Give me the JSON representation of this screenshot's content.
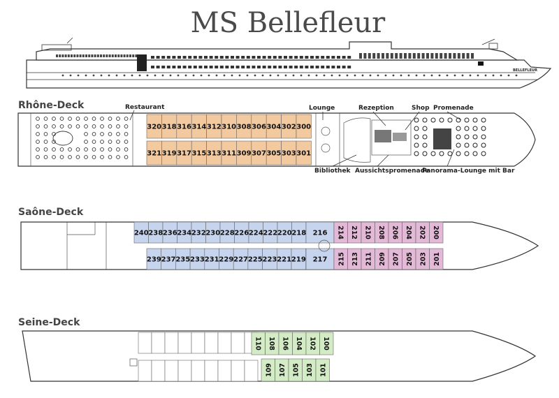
{
  "title": "MS Bellefleur",
  "ship_side_name": "BELLEFLEUR",
  "colors": {
    "rhone_cabins": "#f3c9a0",
    "saone_cabins_aft": "#c6d4ee",
    "saone_cabins_fwd": "#e4b9d7",
    "seine_cabins": "#d4ecc6",
    "outline": "#333333"
  },
  "decks": {
    "rhone": {
      "label": "Rhône-Deck",
      "areas": {
        "restaurant": "Restaurant",
        "lounge": "Lounge",
        "rezeption": "Rezeption",
        "shop": "Shop",
        "promenade": "Promenade",
        "bibliothek": "Bibliothek",
        "aussichtspromenade": "Aussichtspromenade",
        "panorama_lounge": "Panorama-Lounge mit Bar"
      },
      "cabins_top": [
        "320",
        "318",
        "316",
        "314",
        "312",
        "310",
        "308",
        "306",
        "304",
        "302",
        "300"
      ],
      "cabins_bottom": [
        "321",
        "319",
        "317",
        "315",
        "313",
        "311",
        "309",
        "307",
        "305",
        "303",
        "301"
      ]
    },
    "saone": {
      "label": "Saône-Deck",
      "cabins_top_aft": [
        "240",
        "238",
        "236",
        "234",
        "232",
        "230",
        "228",
        "226",
        "224",
        "222",
        "220",
        "218"
      ],
      "cabin_216": "216",
      "cabin_217": "217",
      "cabins_bottom_aft": [
        "239",
        "237",
        "235",
        "233",
        "231",
        "229",
        "227",
        "225",
        "223",
        "221",
        "219"
      ],
      "cabins_top_fwd": [
        "214",
        "212",
        "210",
        "208",
        "206",
        "204",
        "202",
        "200"
      ],
      "cabins_bottom_fwd": [
        "215",
        "213",
        "211",
        "209",
        "207",
        "205",
        "203",
        "201"
      ]
    },
    "seine": {
      "label": "Seine-Deck",
      "cabins_top": [
        "110",
        "108",
        "106",
        "104",
        "102",
        "100"
      ],
      "cabins_bottom": [
        "109",
        "107",
        "105",
        "103",
        "101"
      ]
    }
  }
}
